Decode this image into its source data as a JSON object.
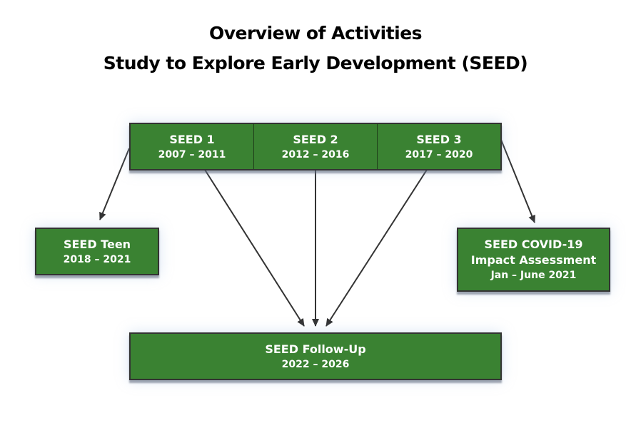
{
  "title_line1": "Overview of Activities",
  "title_line2": "Study to Explore Early Development (SEED)",
  "phases": [
    {
      "name": "SEED 1",
      "dates": "2007 – 2011"
    },
    {
      "name": "SEED 2",
      "dates": "2012 – 2016"
    },
    {
      "name": "SEED 3",
      "dates": "2017 – 2020"
    }
  ],
  "teen": {
    "name": "SEED Teen",
    "dates": "2018 – 2021"
  },
  "covid": {
    "name1": "SEED COVID-19",
    "name2": "Impact Assessment",
    "dates": "Jan – June 2021"
  },
  "followup": {
    "name": "SEED Follow-Up",
    "dates": "2022 – 2026"
  },
  "colors": {
    "box": "#3a8232",
    "arrow": "#333333"
  }
}
